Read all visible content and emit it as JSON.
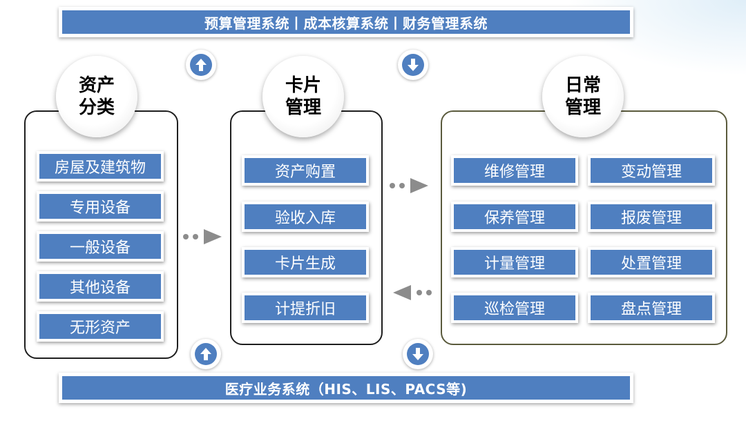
{
  "top_bar": {
    "label": "预算管理系统丨成本核算系统丨财务管理系统"
  },
  "bottom_bar": {
    "label": "医疗业务系统（HIS、LIS、PACS等)"
  },
  "asset_category": {
    "title_line1": "资产",
    "title_line2": "分类",
    "items": [
      "房屋及建筑物",
      "专用设备",
      "一般设备",
      "其他设备",
      "无形资产"
    ]
  },
  "card_management": {
    "title_line1": "卡片",
    "title_line2": "管理",
    "items": [
      "资产购置",
      "验收入库",
      "卡片生成",
      "计提折旧"
    ]
  },
  "daily_management": {
    "title_line1": "日常",
    "title_line2": "管理",
    "left_items": [
      "维修管理",
      "保养管理",
      "计量管理",
      "巡检管理"
    ],
    "right_items": [
      "变动管理",
      "报废管理",
      "处置管理",
      "盘点管理"
    ]
  },
  "colors": {
    "item_fill": "#4f7fc0",
    "arrow_fill": "#4f7fc0",
    "flow_arrow": "#8c8c8c"
  }
}
